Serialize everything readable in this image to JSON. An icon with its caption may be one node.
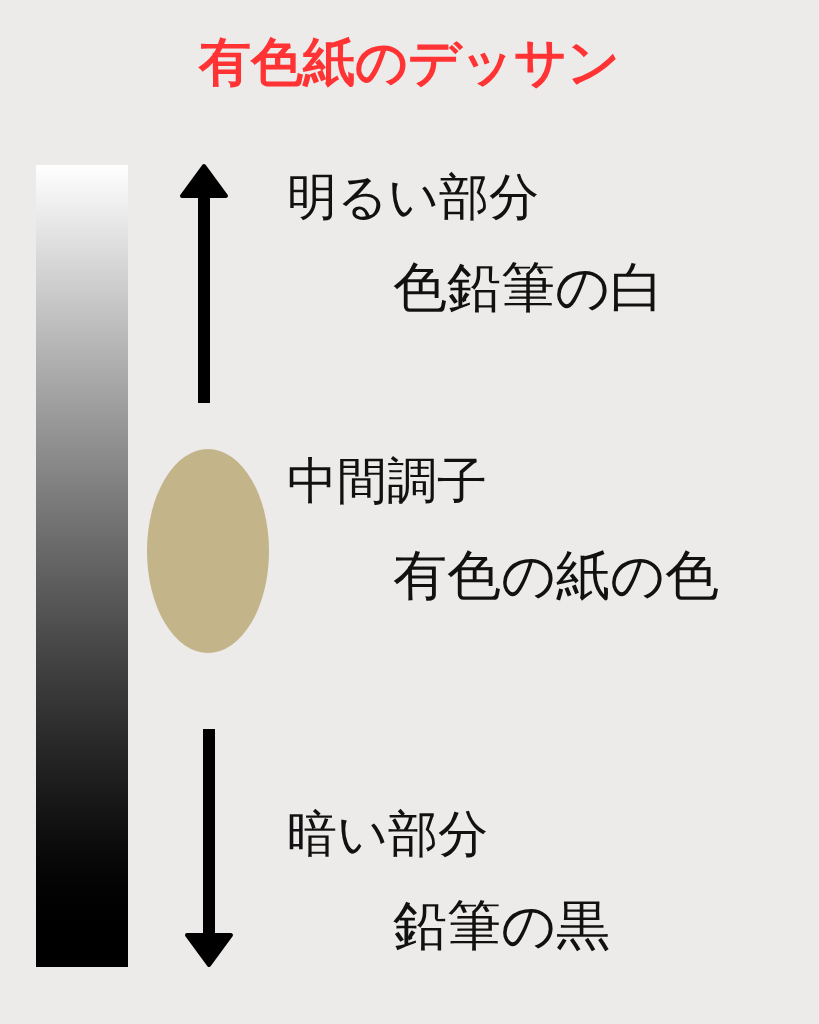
{
  "diagram": {
    "title": "有色紙のデッサン",
    "nodes": [
      {
        "text": [],
        "shape": "bar"
      },
      {
        "text": [],
        "shape": "ellipse"
      }
    ],
    "labels": [
      "明るい部分",
      "色鉛筆の白",
      "中間調子",
      "有色の紙の色",
      "暗い部分",
      "鉛筆の黒"
    ]
  }
}
